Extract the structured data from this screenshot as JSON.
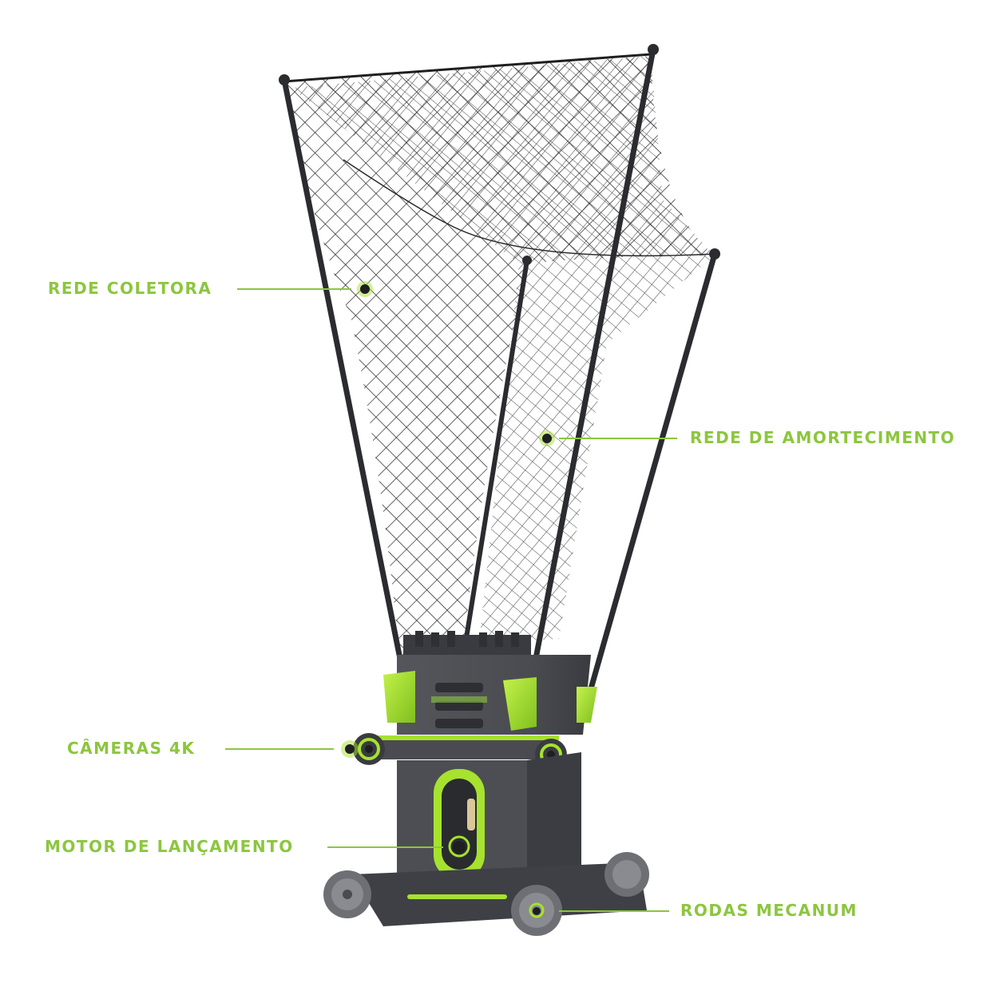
{
  "colors": {
    "accent": "#8cc63f",
    "accent_bright": "#a6e22e",
    "frame": "#2e2f33",
    "body_dark": "#4a4b50",
    "body_mid": "#5e5f64",
    "net": "#1f1f22",
    "wheel": "#7a7b80"
  },
  "callouts": [
    {
      "label": "REDE COLETORA",
      "marker": "marker-dot"
    },
    {
      "label": "REDE DE AMORTECIMENTO",
      "marker": "marker-dot"
    },
    {
      "label": "CÂMERAS 4K",
      "marker": "marker-dot"
    },
    {
      "label": "MOTOR DE LANÇAMENTO",
      "marker": "marker-dot"
    },
    {
      "label": "RODAS MECANUM",
      "marker": "marker-dot"
    }
  ]
}
